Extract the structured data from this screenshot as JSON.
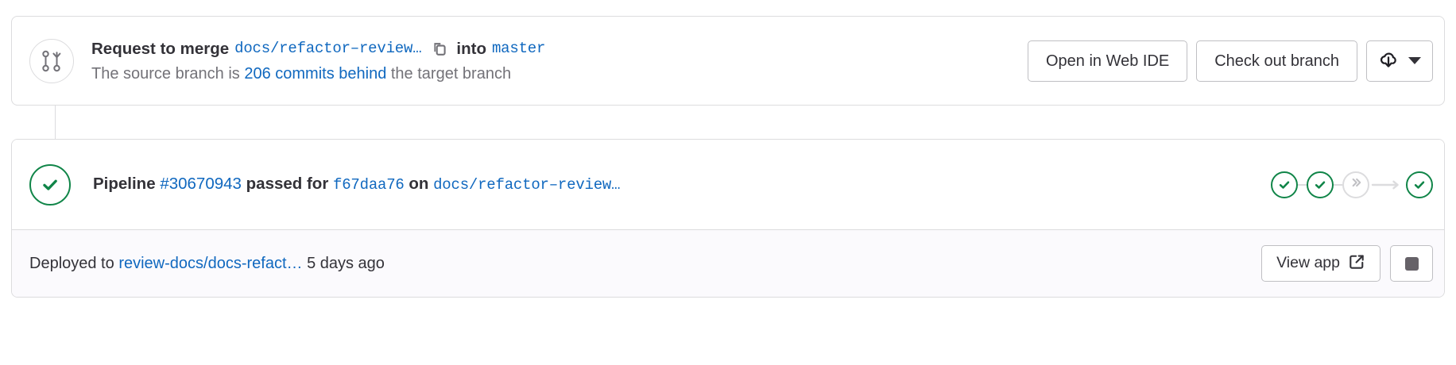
{
  "merge_request": {
    "icon": "merge-request-icon",
    "title_prefix": "Request to merge",
    "source_branch": "docs/refactor–review…",
    "copy_icon": "copy-to-clipboard-icon",
    "into_label": "into",
    "target_branch": "master",
    "subtitle_prefix": "The source branch is",
    "subtitle_link": "206 commits behind",
    "subtitle_suffix": "the target branch",
    "actions": {
      "web_ide_label": "Open in Web IDE",
      "checkout_label": "Check out branch",
      "download_icon": "cloud-download-icon",
      "dropdown_icon": "chevron-down-icon"
    }
  },
  "pipeline": {
    "status_icon": "status-success-check-icon",
    "label": "Pipeline",
    "id": "#30670943",
    "state": "passed for",
    "commit_sha": "f67daa76",
    "on_label": "on",
    "branch": "docs/refactor–review…",
    "stages": [
      {
        "name": "stage-success-1",
        "status": "success",
        "icon": "check-icon"
      },
      {
        "name": "stage-success-2",
        "status": "success",
        "icon": "check-icon"
      },
      {
        "name": "stage-skipped",
        "status": "skipped",
        "icon": "double-chevron-right-icon"
      },
      {
        "name": "stage-success-3",
        "status": "success",
        "icon": "check-icon"
      }
    ]
  },
  "deployment": {
    "prefix": "Deployed to",
    "environment": "review-docs/docs-refact…",
    "time_ago": "5 days ago",
    "view_app_label": "View app",
    "external_link_icon": "external-link-icon",
    "stop_icon": "stop-square-icon"
  },
  "colors": {
    "link": "#1068bf",
    "success": "#108548",
    "border": "#dcdcde",
    "muted_text": "#737278",
    "footer_bg": "#fbfafd"
  }
}
